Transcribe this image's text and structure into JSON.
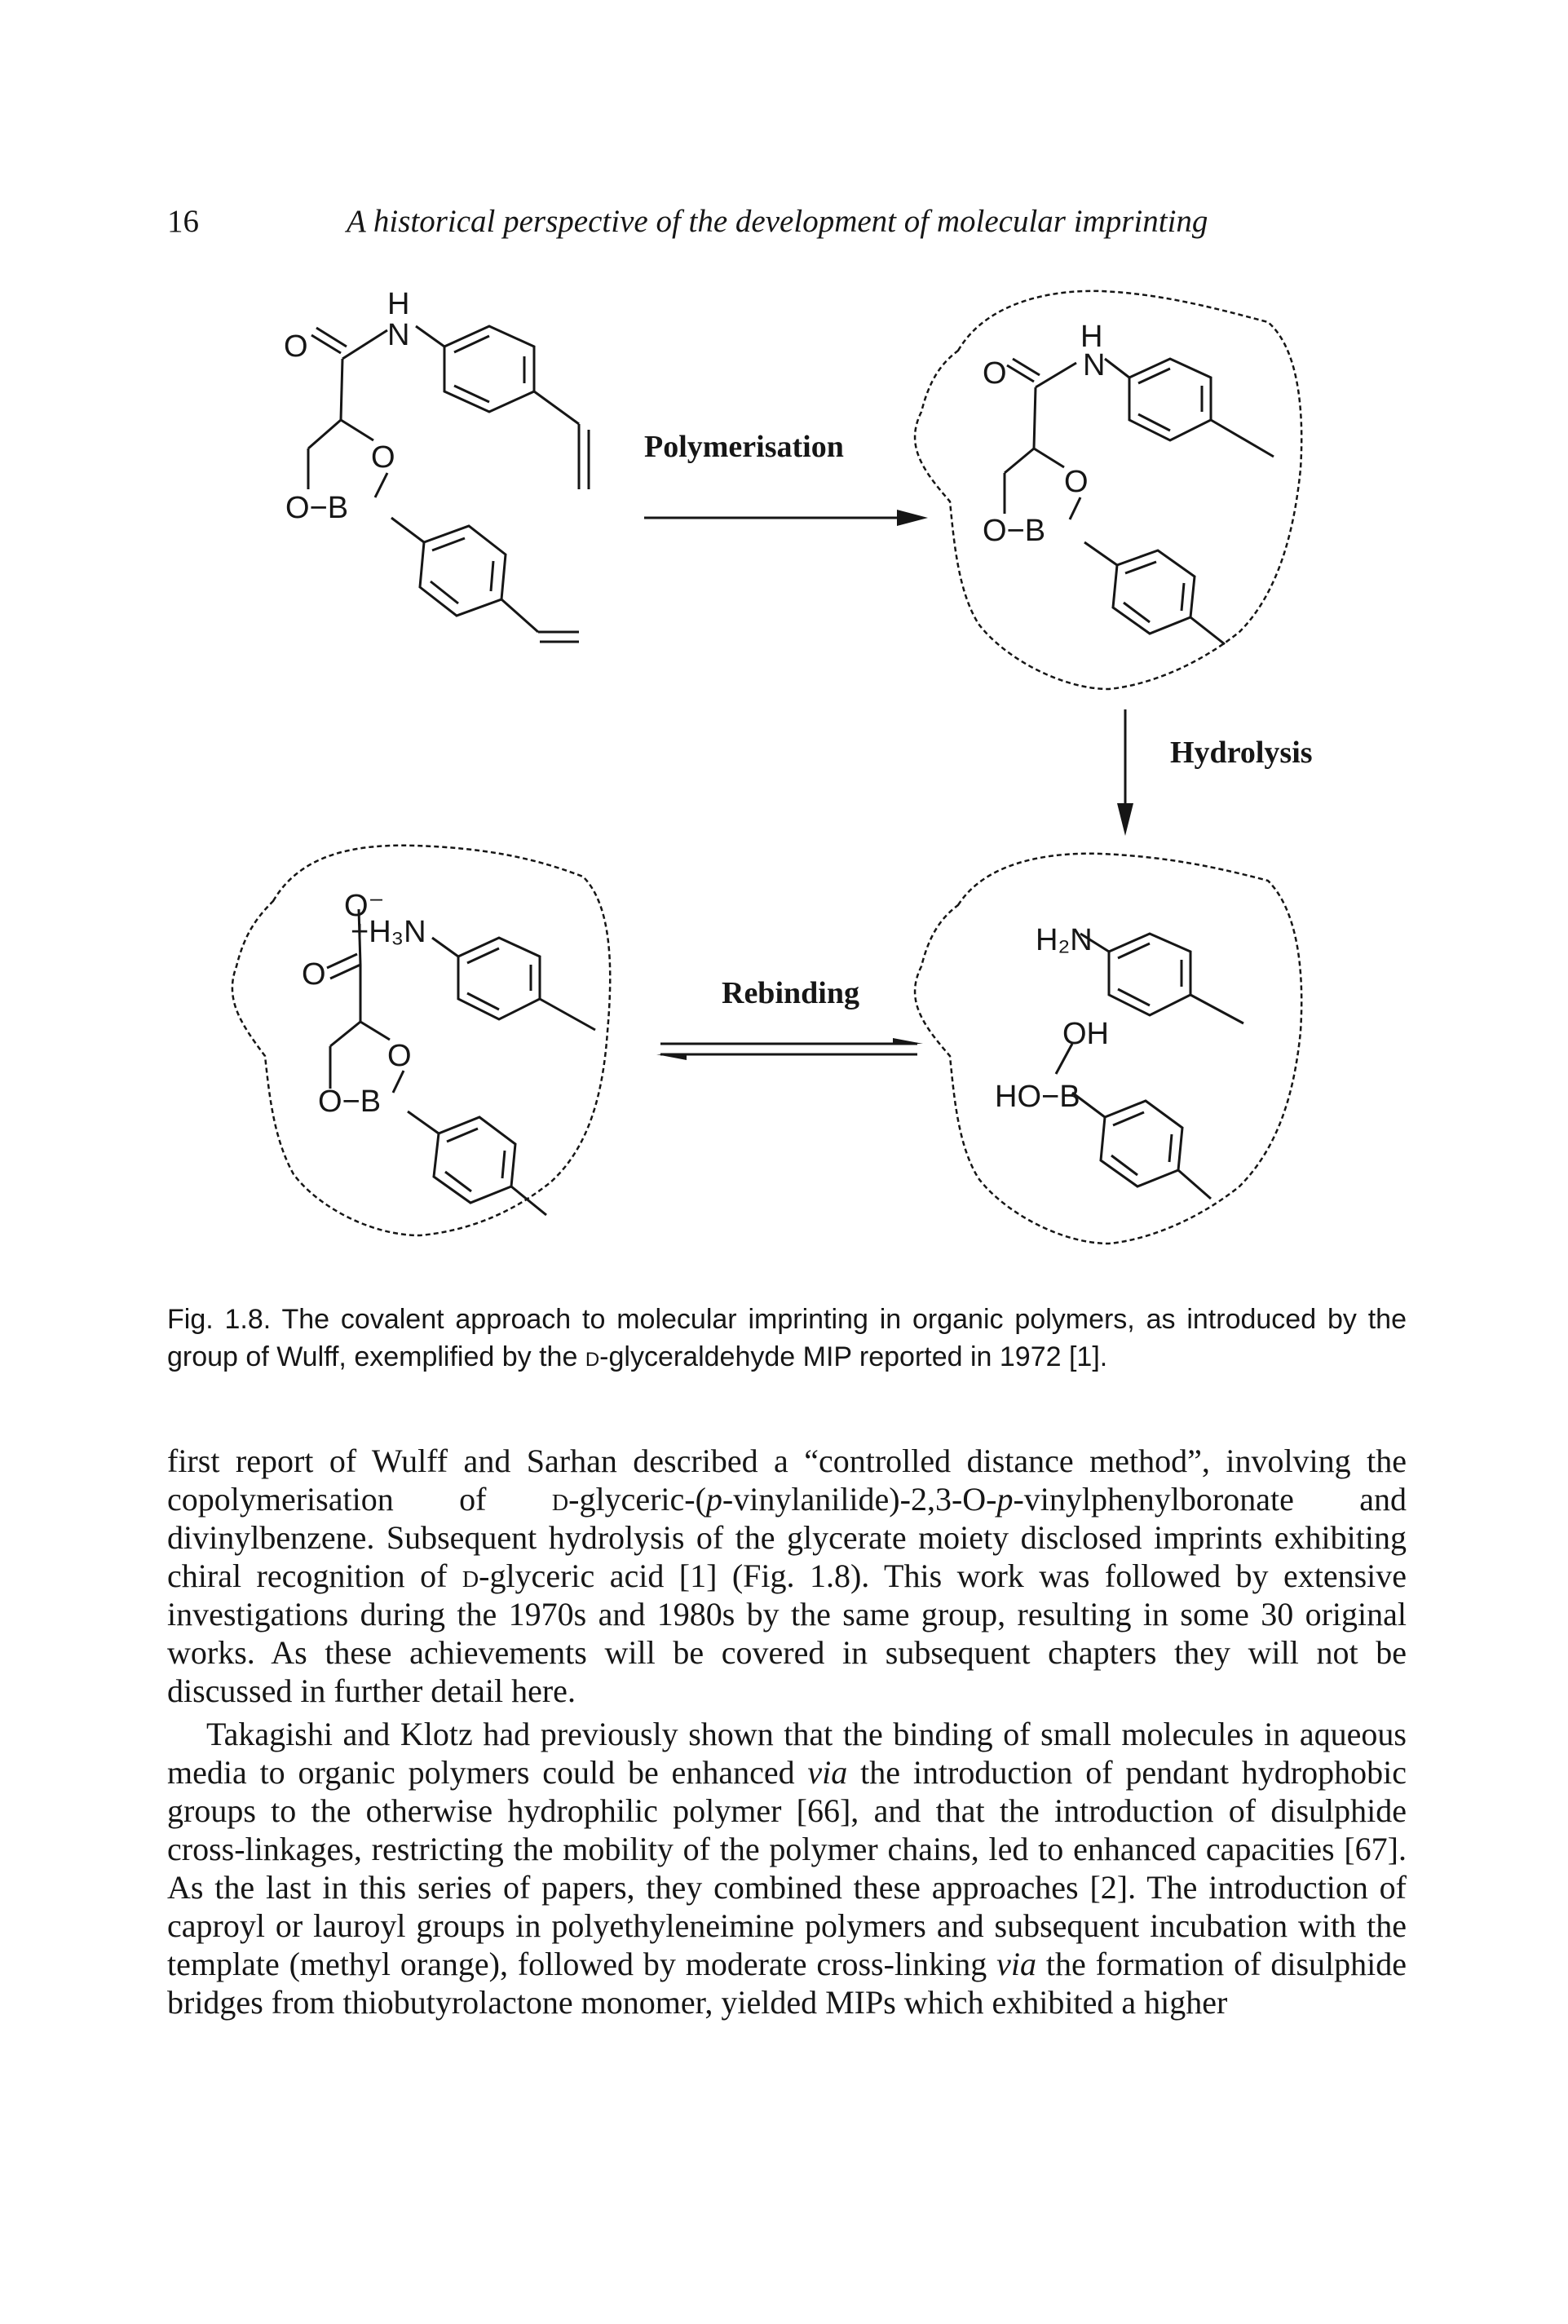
{
  "header": {
    "page_number": "16",
    "running_title": "A historical perspective of the development of molecular imprinting"
  },
  "scheme": {
    "step_labels": {
      "polymerisation": "Polymerisation",
      "hydrolysis": "Hydrolysis",
      "rebinding": "Rebinding"
    },
    "monomer": {
      "atom_H": "H",
      "atom_O_carbonyl": "O",
      "atom_N": "N",
      "atom_O_ring": "O",
      "atom_O_B": "O−B"
    },
    "polymer": {
      "atom_H": "H",
      "atom_O_carbonyl": "O",
      "atom_N": "N",
      "atom_O_ring": "O",
      "atom_O_B": "O−B"
    },
    "hydrolysed": {
      "atom_H2N": "H₂N",
      "atom_OH": "OH",
      "atom_HOB": "HO−B"
    },
    "rebound": {
      "atom_O_minus": "O⁻",
      "atom_H3N": "+H₃N",
      "atom_O_carbonyl": "O",
      "atom_O_ring": "O",
      "atom_O_B": "O−B"
    }
  },
  "caption": {
    "label": "Fig. 1.8.",
    "text_before": "The covalent approach to molecular imprinting in organic polymers, as introduced by the group of Wulff, exemplified by the ",
    "smallcap": "d",
    "text_after": "-glyceraldehyde MIP reported in 1972 [1]."
  },
  "body": {
    "p1": {
      "s1": "first report of Wulff and Sarhan described a “controlled distance method”, involving the copolymerisation of ",
      "s2": "d",
      "s3": "-glyceric-(",
      "s4": "p",
      "s5": "-vinylanilide)-2,3-O-",
      "s6": "p",
      "s7": "-vinylphenylboronate and divinylbenzene. Subsequent hydrolysis of the glycerate moiety disclosed imprints exhibiting chiral recognition of ",
      "s8": "d",
      "s9": "-glyceric acid [1] (Fig. 1.8). This work was followed by extensive investigations during the 1970s and 1980s by the same group, resulting in some 30 original works. As these achievements will be covered in subsequent chapters they will not be discussed in further detail here."
    },
    "p2": {
      "s1": "Takagishi and Klotz had previously shown that the binding of small molecules in aqueous media to organic polymers could be enhanced ",
      "s2": "via",
      "s3": " the introduction of pendant hydrophobic groups to the otherwise hydrophilic polymer [66], and that the introduction of disulphide cross-linkages, restricting the mobility of the polymer chains, led to enhanced capacities [67]. As the last in this series of papers, they combined these approaches [2]. The introduction of caproyl or lauroyl groups in polyethyleneimine polymers and subsequent incubation with the template (methyl orange), followed by moderate cross-linking ",
      "s4": "via",
      "s5": " the formation of disulphide bridges from thiobutyrolactone monomer, yielded MIPs which exhibited a higher"
    }
  }
}
